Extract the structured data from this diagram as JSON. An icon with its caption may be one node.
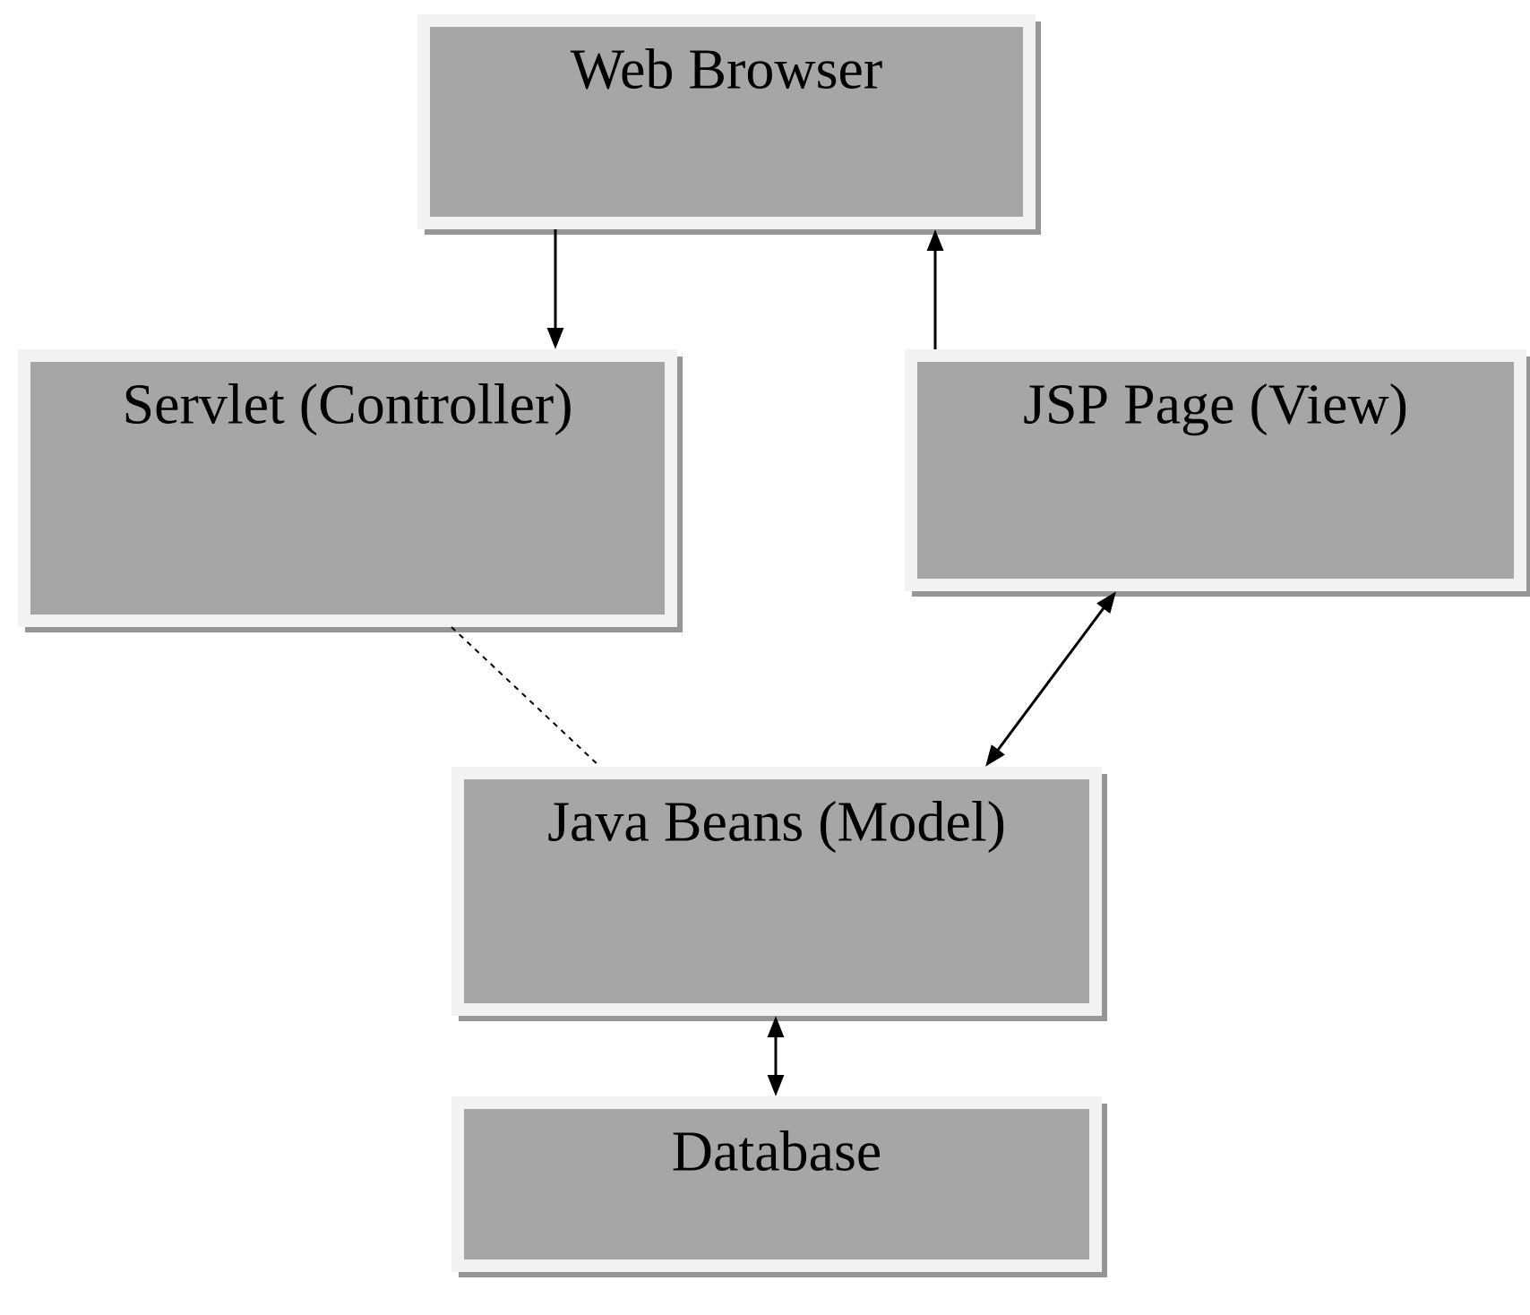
{
  "diagram": {
    "nodes": [
      {
        "text": [
          "Web Browser"
        ]
      },
      {
        "text": [
          "Servlet (Controller)"
        ]
      },
      {
        "text": [
          "JSP Page (View)"
        ]
      },
      {
        "text": [
          "Java Beans (Model)"
        ]
      },
      {
        "text": [
          "Database"
        ]
      }
    ],
    "edges": [
      {
        "from": 0,
        "to": 1,
        "arrow": "to"
      },
      {
        "from": 2,
        "to": 0,
        "arrow": "to"
      },
      {
        "from": 1,
        "to": 3,
        "arrow": "none",
        "style": "dashed"
      },
      {
        "from": 2,
        "to": 3,
        "arrow": "both"
      },
      {
        "from": 3,
        "to": 4,
        "arrow": "both"
      }
    ]
  }
}
